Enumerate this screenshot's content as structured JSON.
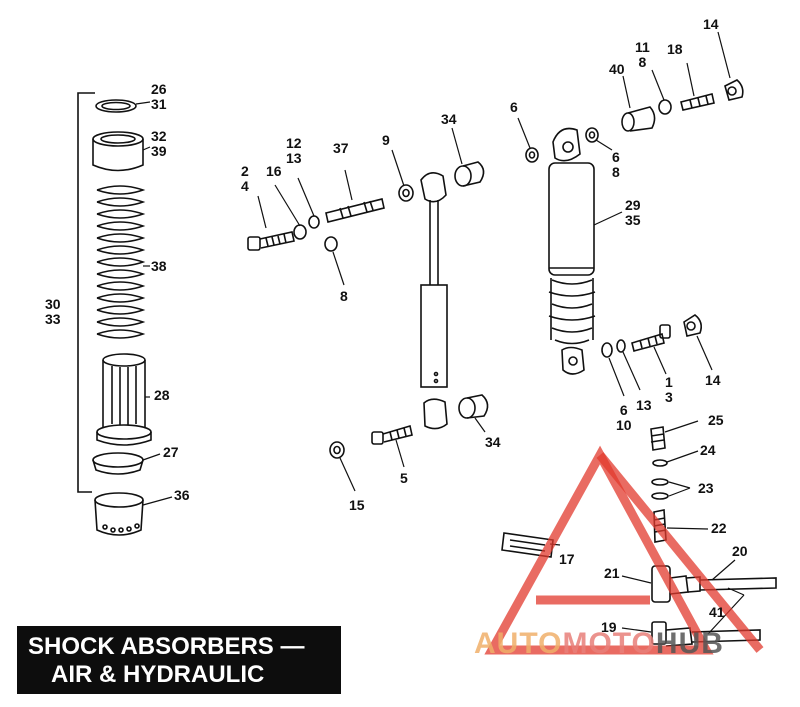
{
  "title": {
    "line1": "SHOCK ABSORBERS —",
    "line2": "AIR & HYDRAULIC"
  },
  "watermark": {
    "part1": "AUTO",
    "part2": "MOTO",
    "part3": "HUB",
    "colors": {
      "triangle": "#e23a2e",
      "auto": "#f0b06a",
      "hub": "#555555"
    }
  },
  "callouts": [
    {
      "id": "c26-31",
      "text": "26\n31"
    },
    {
      "id": "c32-39",
      "text": "32\n39"
    },
    {
      "id": "c38",
      "text": "38"
    },
    {
      "id": "c30-33",
      "text": "30\n33"
    },
    {
      "id": "c28",
      "text": "28"
    },
    {
      "id": "c27",
      "text": "27"
    },
    {
      "id": "c36",
      "text": "36"
    },
    {
      "id": "c2-4",
      "text": "2\n4"
    },
    {
      "id": "c16",
      "text": "16"
    },
    {
      "id": "c12-13",
      "text": "12\n13"
    },
    {
      "id": "c37",
      "text": "37"
    },
    {
      "id": "c9",
      "text": "9"
    },
    {
      "id": "c34a",
      "text": "34"
    },
    {
      "id": "c8a",
      "text": "8"
    },
    {
      "id": "c15",
      "text": "15"
    },
    {
      "id": "c5",
      "text": "5"
    },
    {
      "id": "c34b",
      "text": "34"
    },
    {
      "id": "c14a",
      "text": "14"
    },
    {
      "id": "c11-8",
      "text": "11\n8"
    },
    {
      "id": "c18",
      "text": "18"
    },
    {
      "id": "c40",
      "text": "40"
    },
    {
      "id": "c6a",
      "text": "6"
    },
    {
      "id": "c6-8",
      "text": "6\n8"
    },
    {
      "id": "c29-35",
      "text": "29\n35"
    },
    {
      "id": "c6-10",
      "text": "6\n10"
    },
    {
      "id": "c13",
      "text": "13"
    },
    {
      "id": "c1-3",
      "text": "1\n3"
    },
    {
      "id": "c14b",
      "text": "14"
    },
    {
      "id": "c25",
      "text": "25"
    },
    {
      "id": "c24",
      "text": "24"
    },
    {
      "id": "c23",
      "text": "23"
    },
    {
      "id": "c22",
      "text": "22"
    },
    {
      "id": "c17",
      "text": "17"
    },
    {
      "id": "c20",
      "text": "20"
    },
    {
      "id": "c21",
      "text": "21"
    },
    {
      "id": "c41",
      "text": "41"
    },
    {
      "id": "c19",
      "text": "19"
    }
  ]
}
